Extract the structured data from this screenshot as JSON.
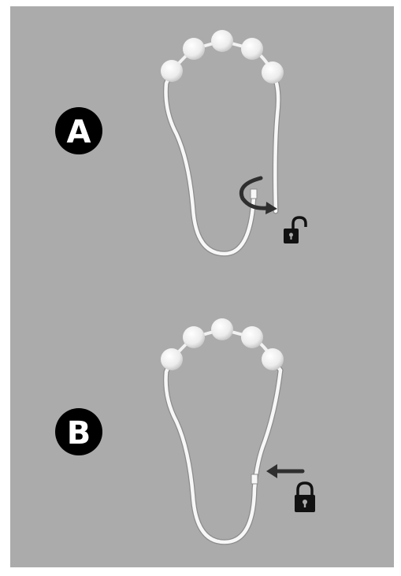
{
  "panels": [
    {
      "label": "A",
      "lock_state": "unlocked",
      "lock_icon": "unlocked-padlock-icon",
      "action_icon": "twist-arrow-icon"
    },
    {
      "label": "B",
      "lock_state": "locked",
      "lock_icon": "locked-padlock-icon",
      "action_icon": "push-left-arrow-icon"
    }
  ],
  "colors": {
    "background": "#ababab",
    "frame_border": "#ffffff",
    "hook": "#f7f7f7",
    "bead": "#f2f2f2",
    "badge": "#000000",
    "arrow": "#2f2f2f",
    "icon": "#111111"
  }
}
